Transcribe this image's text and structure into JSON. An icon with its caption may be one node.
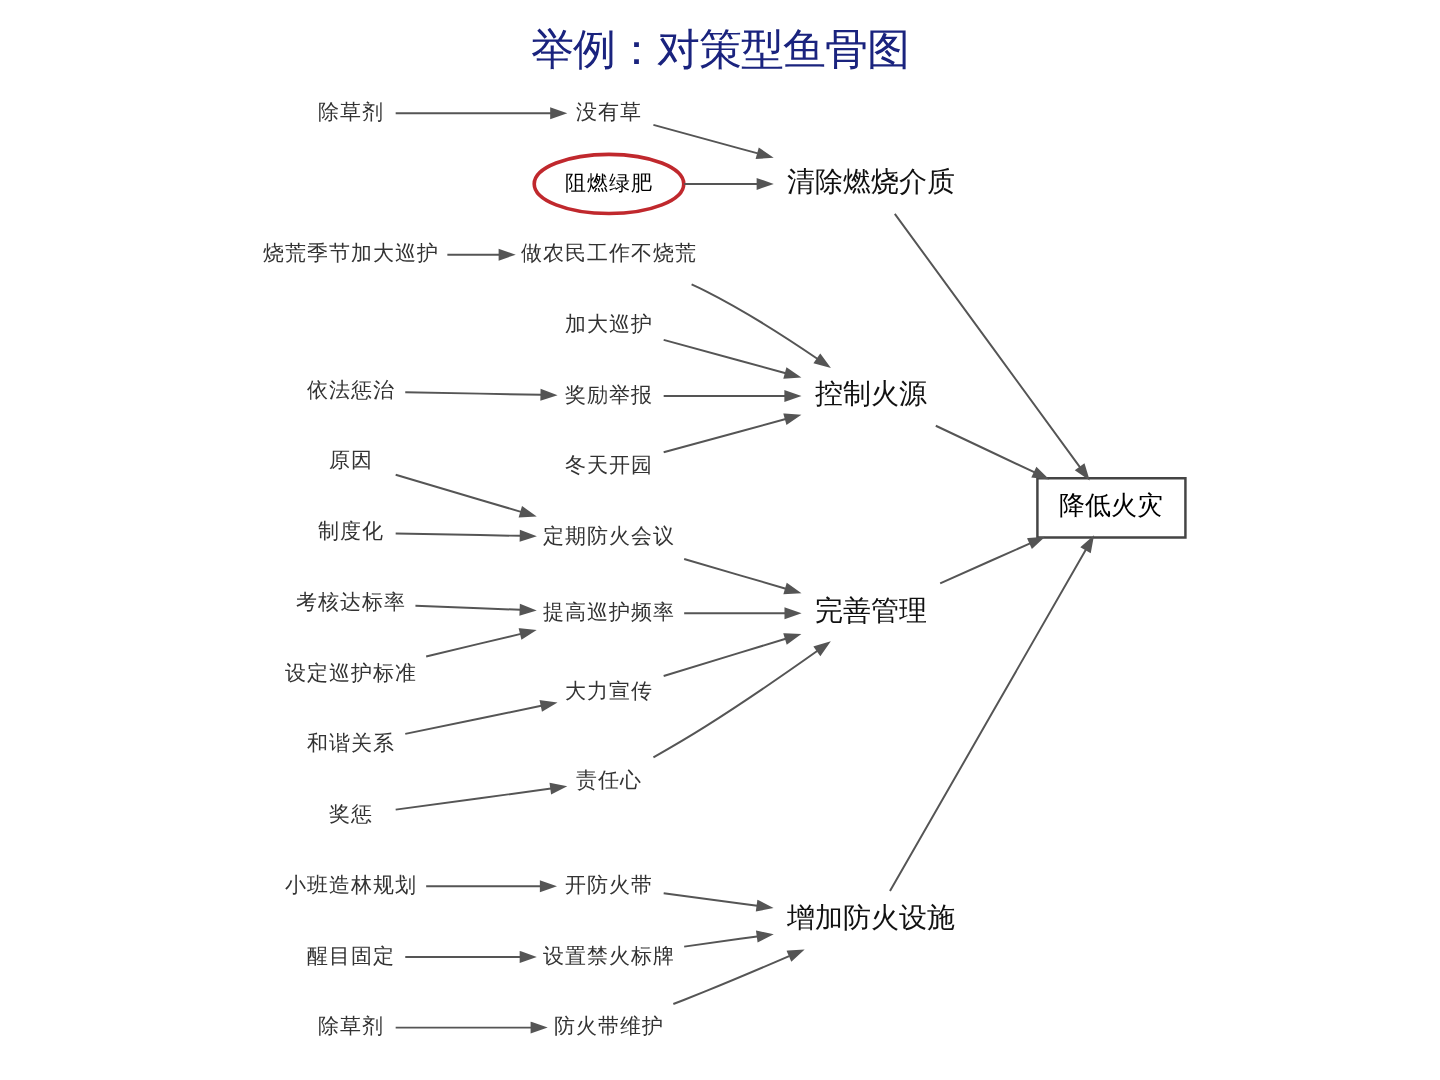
{
  "diagram": {
    "title": "举例：对策型鱼骨图",
    "nodes": [
      {
        "text": [
          "降低火灾"
        ]
      },
      {
        "text": [
          "清除燃烧介质"
        ]
      },
      {
        "text": [
          "没有草"
        ]
      },
      {
        "text": [
          "阻燃绿肥"
        ]
      },
      {
        "text": [
          "除草剂"
        ]
      },
      {
        "text": [
          "控制火源"
        ]
      },
      {
        "text": [
          "做农民工作不烧荒"
        ]
      },
      {
        "text": [
          "烧荒季节加大巡护"
        ]
      },
      {
        "text": [
          "加大巡护"
        ]
      },
      {
        "text": [
          "奖励举报"
        ]
      },
      {
        "text": [
          "依法惩治"
        ]
      },
      {
        "text": [
          "冬天开园"
        ]
      },
      {
        "text": [
          "完善管理"
        ]
      },
      {
        "text": [
          "原因"
        ]
      },
      {
        "text": [
          "定期防火会议"
        ]
      },
      {
        "text": [
          "制度化"
        ]
      },
      {
        "text": [
          "考核达标率"
        ]
      },
      {
        "text": [
          "提高巡护频率"
        ]
      },
      {
        "text": [
          "设定巡护标准"
        ]
      },
      {
        "text": [
          "大力宣传"
        ]
      },
      {
        "text": [
          "和谐关系"
        ]
      },
      {
        "text": [
          "责任心"
        ]
      },
      {
        "text": [
          "奖惩"
        ]
      },
      {
        "text": [
          "增加防火设施"
        ]
      },
      {
        "text": [
          "开防火带"
        ]
      },
      {
        "text": [
          "小班造林规划"
        ]
      },
      {
        "text": [
          "设置禁火标牌"
        ]
      },
      {
        "text": [
          "醒目固定"
        ]
      },
      {
        "text": [
          "防火带维护"
        ]
      },
      {
        "text": [
          "除草剂"
        ]
      }
    ],
    "edges": [
      {
        "from": 1,
        "to": 0,
        "arrow": "to"
      },
      {
        "from": 5,
        "to": 0,
        "arrow": "to"
      },
      {
        "from": 12,
        "to": 0,
        "arrow": "to"
      },
      {
        "from": 23,
        "to": 0,
        "arrow": "to"
      },
      {
        "from": 2,
        "to": 1,
        "arrow": "to"
      },
      {
        "from": 3,
        "to": 1,
        "arrow": "to"
      },
      {
        "from": 4,
        "to": 2,
        "arrow": "to"
      },
      {
        "from": 6,
        "to": 5,
        "arrow": "to"
      },
      {
        "from": 7,
        "to": 6,
        "arrow": "to"
      },
      {
        "from": 8,
        "to": 5,
        "arrow": "to"
      },
      {
        "from": 9,
        "to": 5,
        "arrow": "to"
      },
      {
        "from": 10,
        "to": 9,
        "arrow": "to"
      },
      {
        "from": 11,
        "to": 5,
        "arrow": "to"
      },
      {
        "from": 14,
        "to": 12,
        "arrow": "to"
      },
      {
        "from": 13,
        "to": 14,
        "arrow": "to"
      },
      {
        "from": 15,
        "to": 14,
        "arrow": "to"
      },
      {
        "from": 17,
        "to": 12,
        "arrow": "to"
      },
      {
        "from": 16,
        "to": 17,
        "arrow": "to"
      },
      {
        "from": 18,
        "to": 17,
        "arrow": "to"
      },
      {
        "from": 19,
        "to": 12,
        "arrow": "to"
      },
      {
        "from": 20,
        "to": 19,
        "arrow": "to"
      },
      {
        "from": 21,
        "to": 12,
        "arrow": "to"
      },
      {
        "from": 22,
        "to": 21,
        "arrow": "to"
      },
      {
        "from": 24,
        "to": 23,
        "arrow": "to"
      },
      {
        "from": 25,
        "to": 24,
        "arrow": "to"
      },
      {
        "from": 26,
        "to": 23,
        "arrow": "to"
      },
      {
        "from": 27,
        "to": 26,
        "arrow": "to"
      },
      {
        "from": 28,
        "to": 23,
        "arrow": "to"
      },
      {
        "from": 29,
        "to": 28,
        "arrow": "to"
      }
    ]
  }
}
